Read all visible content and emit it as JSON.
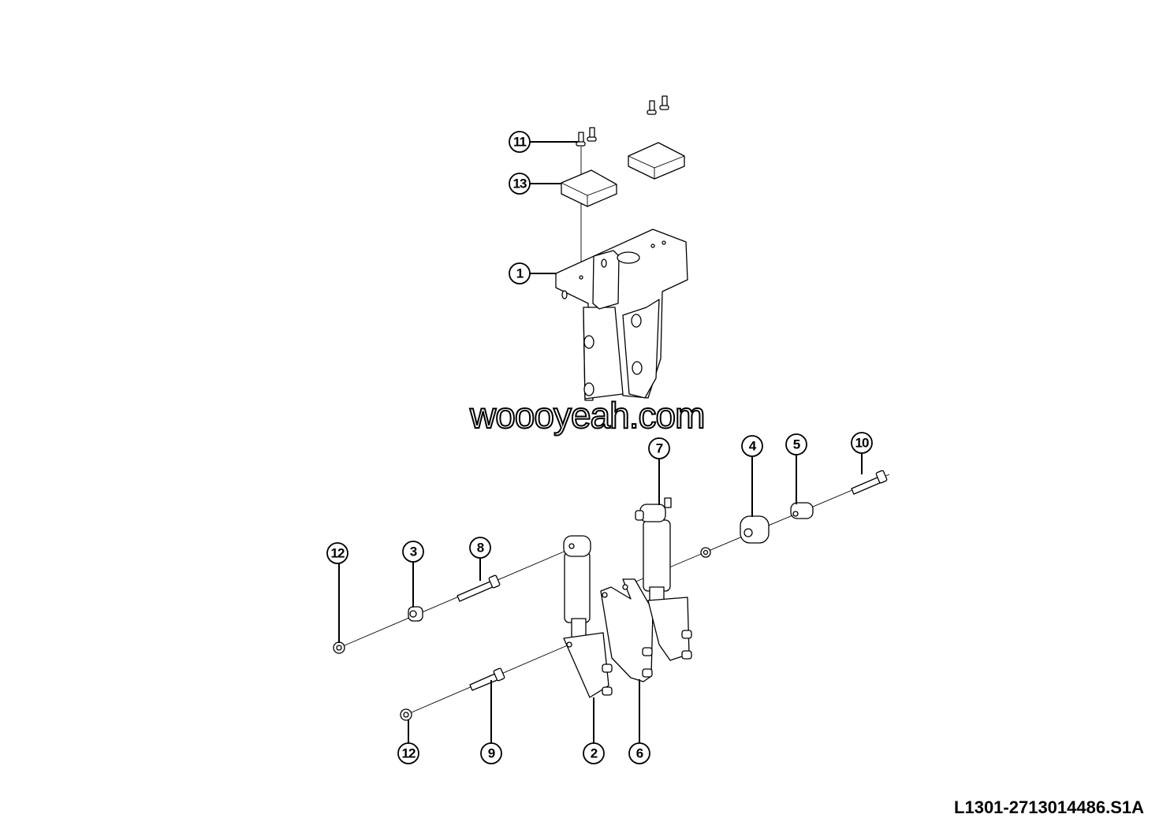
{
  "callouts": [
    {
      "id": "11",
      "label": "11"
    },
    {
      "id": "13",
      "label": "13"
    },
    {
      "id": "1",
      "label": "1"
    },
    {
      "id": "7",
      "label": "7"
    },
    {
      "id": "4",
      "label": "4"
    },
    {
      "id": "5",
      "label": "5"
    },
    {
      "id": "10",
      "label": "10"
    },
    {
      "id": "12a",
      "label": "12"
    },
    {
      "id": "3",
      "label": "3"
    },
    {
      "id": "8",
      "label": "8"
    },
    {
      "id": "12b",
      "label": "12"
    },
    {
      "id": "9",
      "label": "9"
    },
    {
      "id": "2",
      "label": "2"
    },
    {
      "id": "6",
      "label": "6"
    }
  ],
  "watermark": "woooyeah.com",
  "drawing_code": "L1301-2713014486.S1A"
}
